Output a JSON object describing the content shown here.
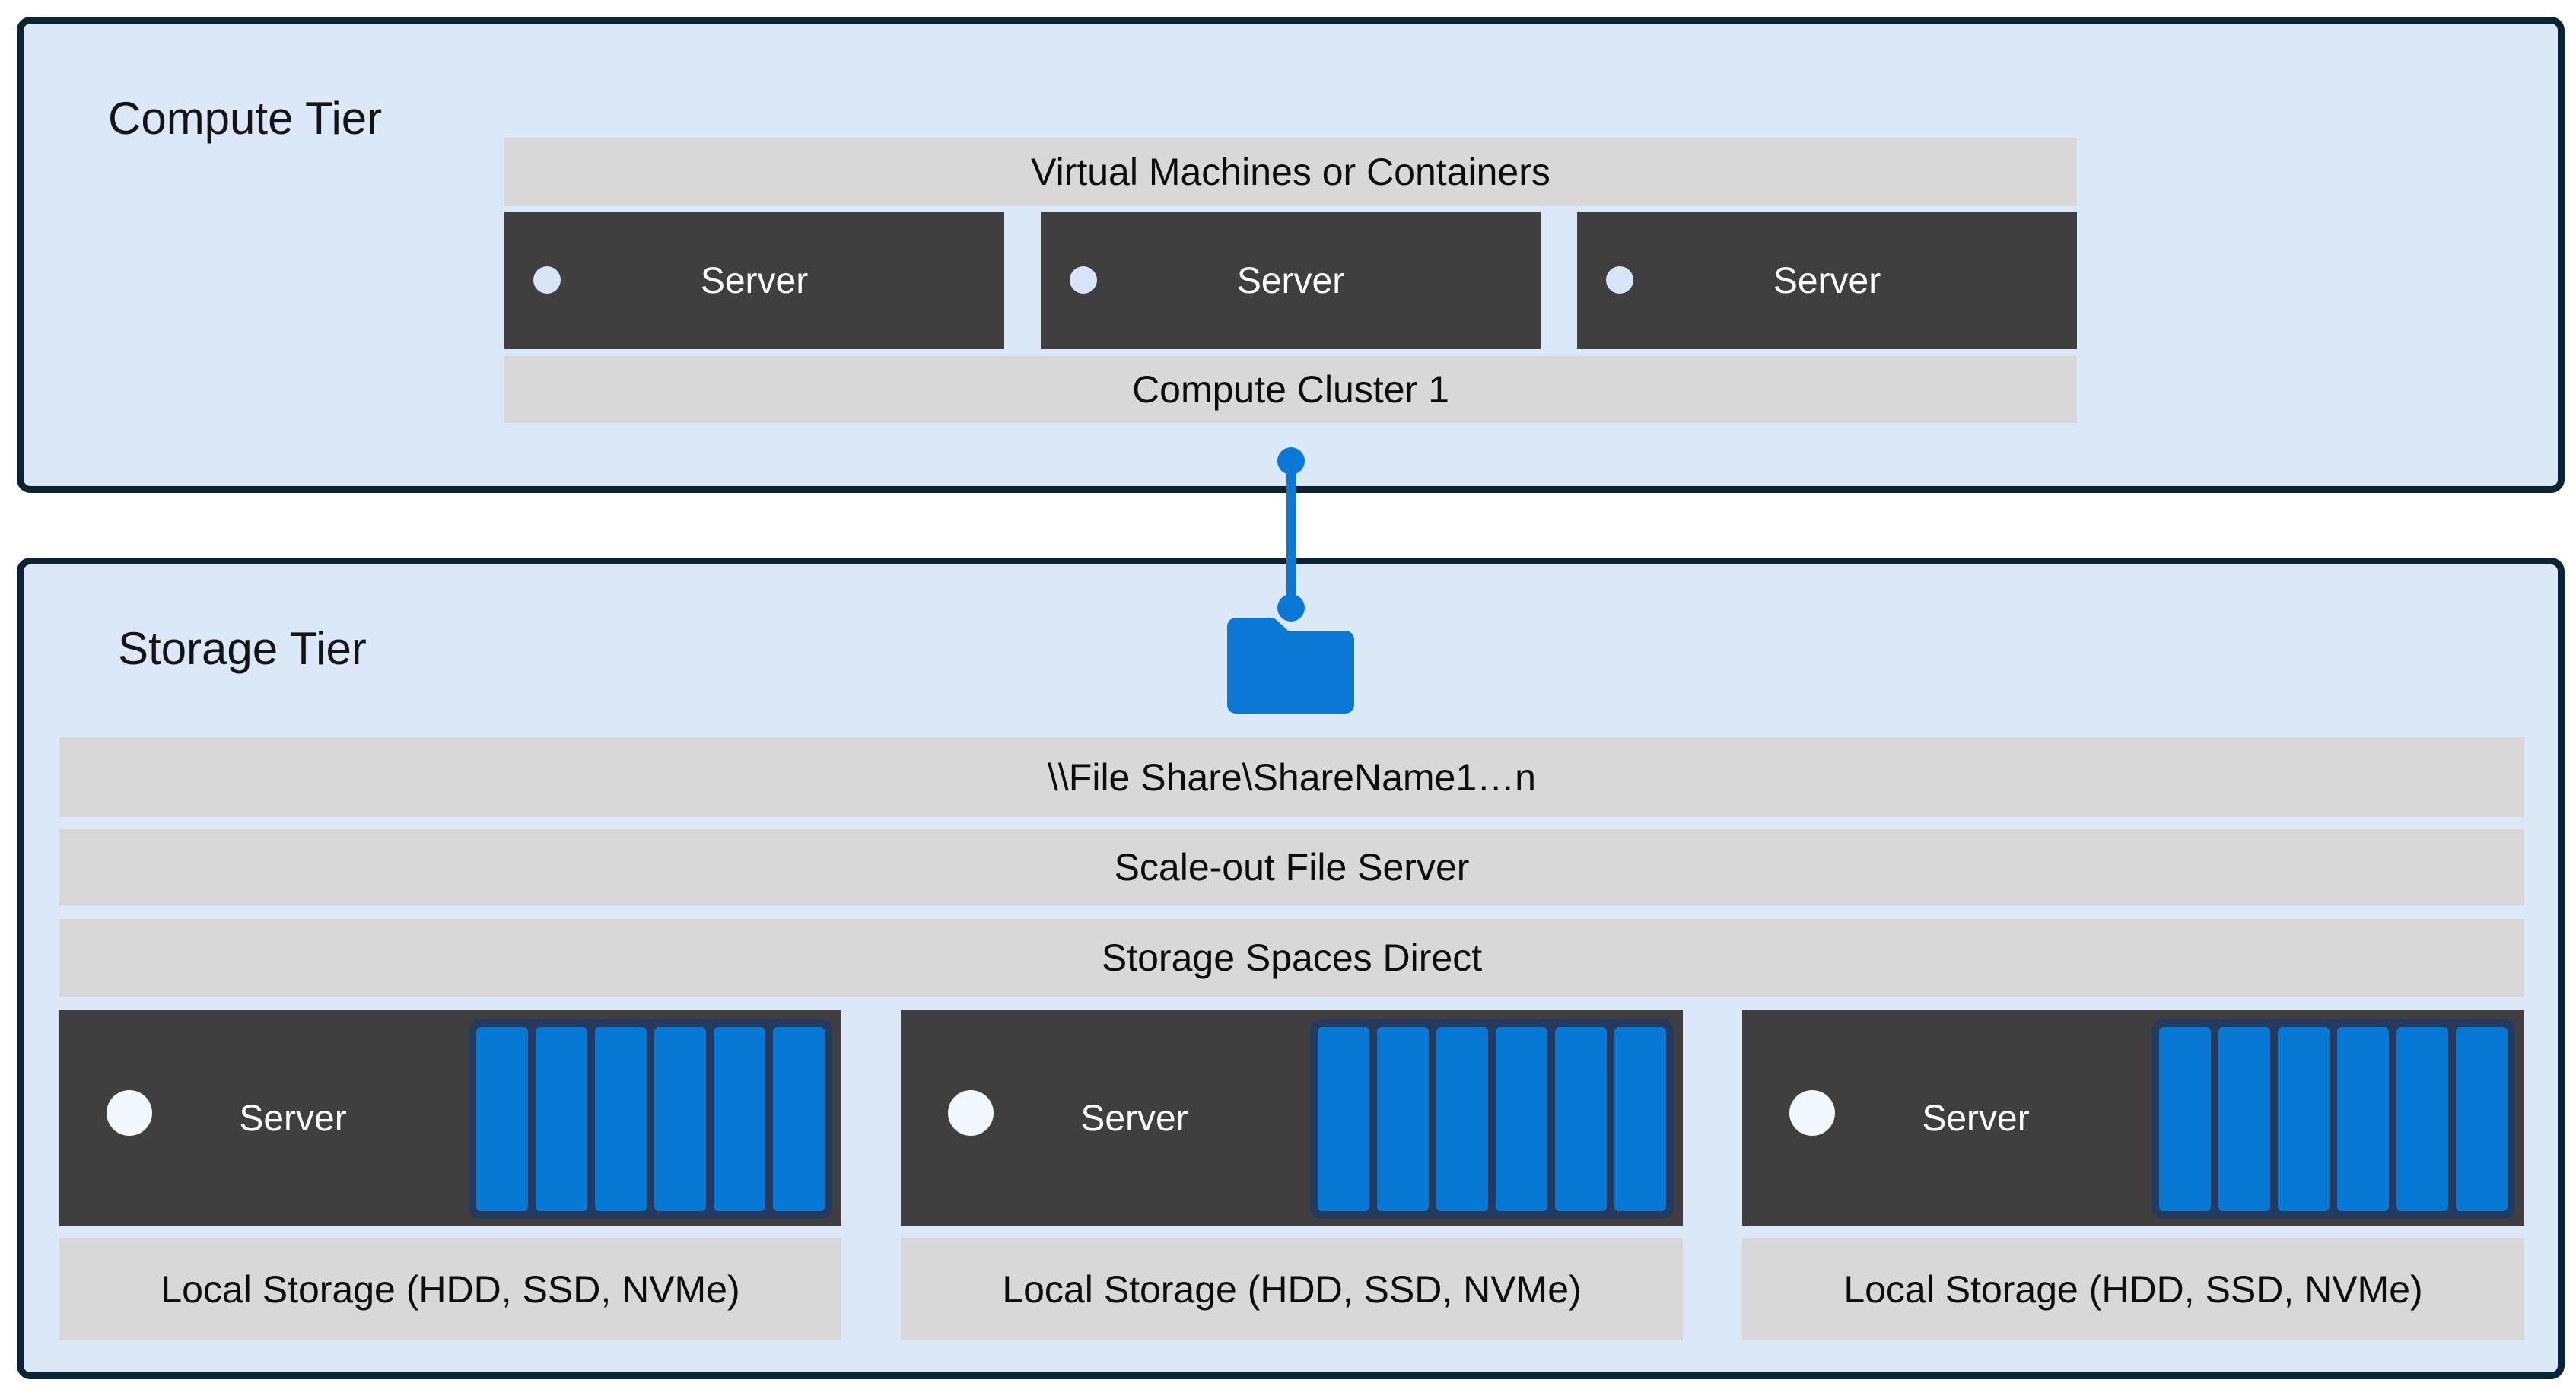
{
  "compute_tier": {
    "title": "Compute Tier",
    "vm_bar_label": "Virtual Machines or Containers",
    "cluster_bar_label": "Compute Cluster 1",
    "servers": [
      {
        "label": "Server"
      },
      {
        "label": "Server"
      },
      {
        "label": "Server"
      }
    ]
  },
  "storage_tier": {
    "title": "Storage Tier",
    "file_share_label": "\\\\File Share\\ShareName1…n",
    "scale_out_label": "Scale-out File Server",
    "spaces_direct_label": "Storage Spaces Direct",
    "disks_per_node": 6,
    "nodes": [
      {
        "label": "Server",
        "local_storage_label": "Local Storage (HDD, SSD, NVMe)"
      },
      {
        "label": "Server",
        "local_storage_label": "Local Storage (HDD, SSD, NVMe)"
      },
      {
        "label": "Server",
        "local_storage_label": "Local Storage (HDD, SSD, NVMe)"
      }
    ]
  },
  "colors": {
    "tier_fill": "#dbe8f7",
    "tier_border": "#0a2433",
    "bar_gray": "#d8d8d8",
    "server_dark": "#3f3f3f",
    "accent_blue": "#0b78d6",
    "disk_blue": "#0778d4",
    "disk_frame_navy": "#243a5e"
  }
}
